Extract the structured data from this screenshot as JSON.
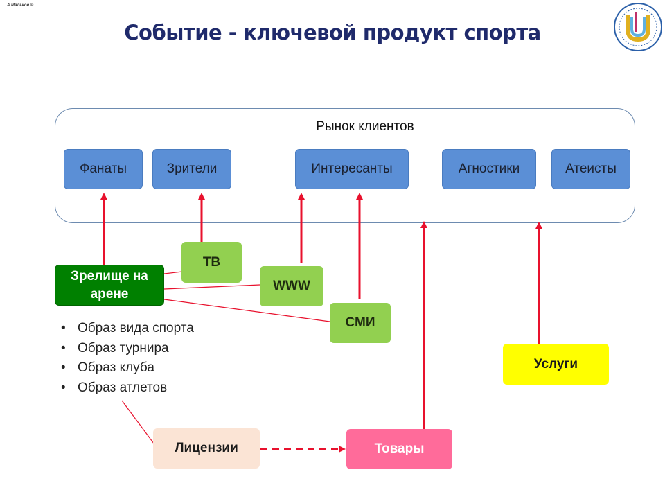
{
  "author": "А.Мальков ©",
  "title": "Событие - ключевой продукт спорта",
  "logo_icon": "university-emblem-icon",
  "market": {
    "label": "Рынок клиентов",
    "segments": [
      "Фанаты",
      "Зрители",
      "Интересанты",
      "Агностики",
      "Атеисты"
    ]
  },
  "channels": {
    "tv": "ТВ",
    "www": "WWW",
    "media": "СМИ"
  },
  "spectacle": "Зрелище на арене",
  "images": [
    "Образ вида спорта",
    "Образ турнира",
    "Образ клуба",
    "Образ атлетов"
  ],
  "services": "Услуги",
  "licenses": "Лицензии",
  "goods": "Товары",
  "colors": {
    "title": "#1f2a6b",
    "segment": "#5b8fd6",
    "channel": "#92d050",
    "spectacle": "#008000",
    "services": "#ffff00",
    "licenses": "#fbe4d5",
    "goods": "#ff6b9a",
    "arrow": "#e8112d"
  }
}
